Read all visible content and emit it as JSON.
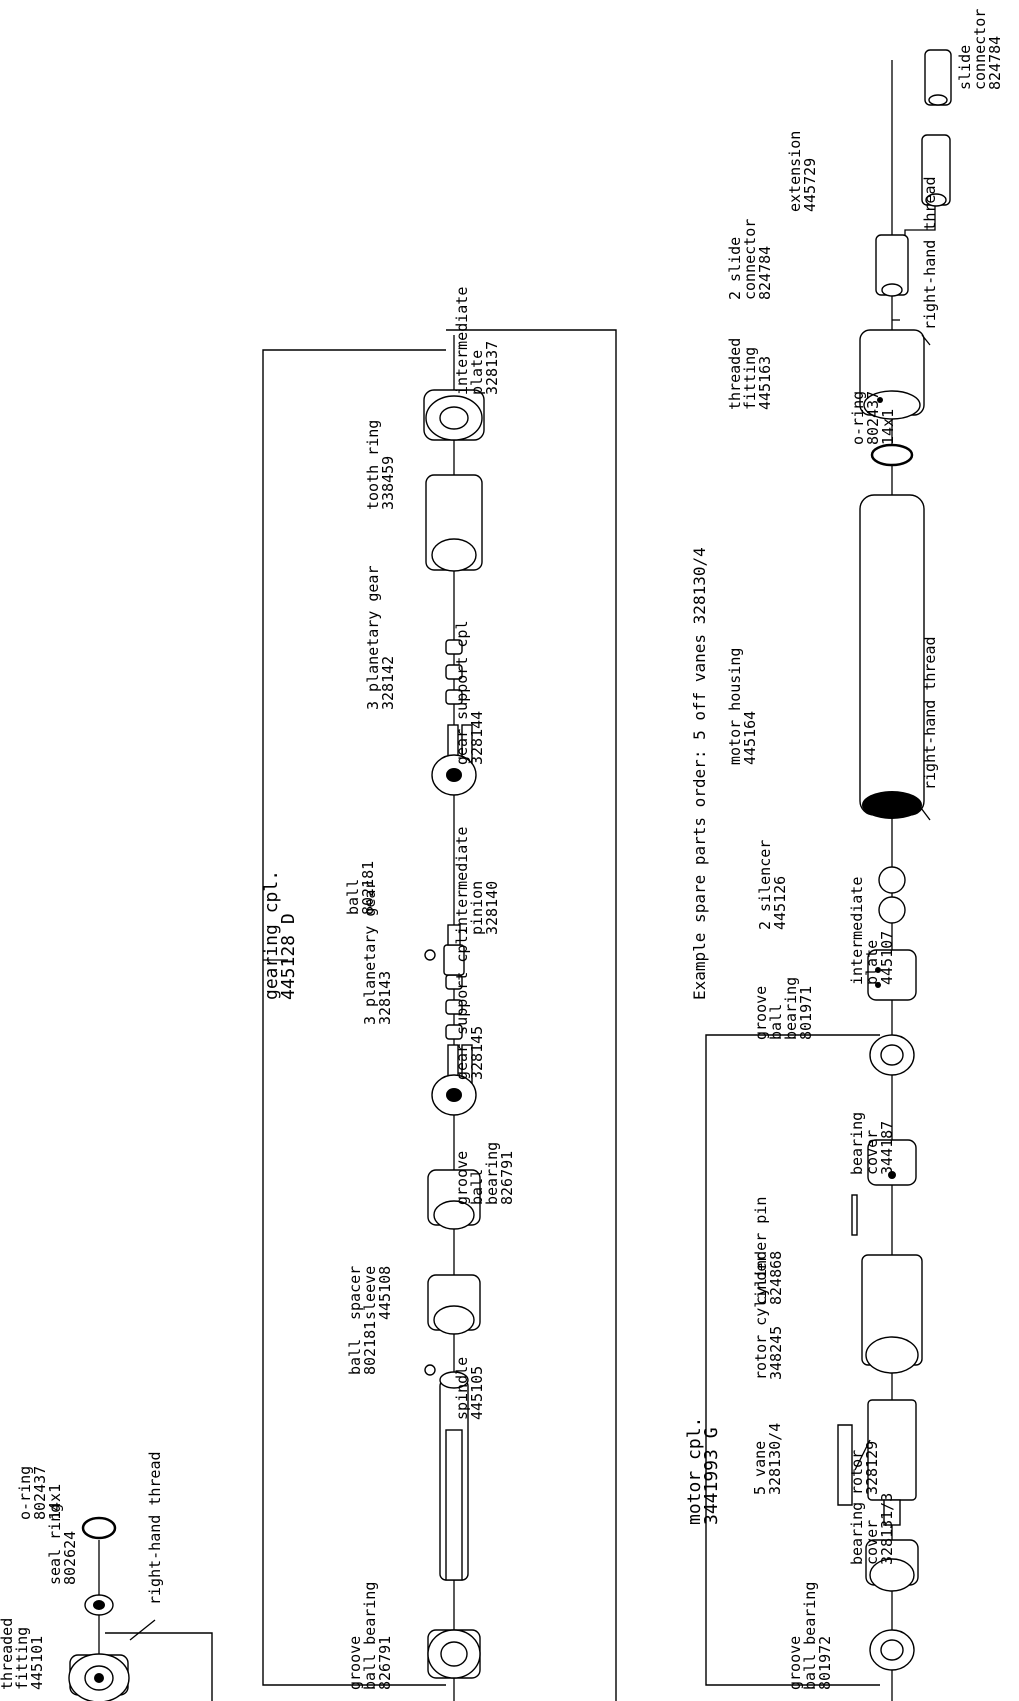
{
  "assemblies": {
    "gearing": {
      "title": "gearing cpl.",
      "number": "445128 D"
    },
    "motor": {
      "title": "motor cpl.",
      "number": "3441993 G"
    }
  },
  "note": "Example spare parts order:  5 off vanes 328130/4",
  "top_parts": [
    {
      "lines": [
        "threaded",
        "fitting",
        "445101"
      ]
    },
    {
      "lines": [
        "seal ring",
        "802624"
      ]
    },
    {
      "lines": [
        "o-ring",
        "802437",
        "14x1"
      ]
    },
    {
      "lines": [
        "right-hand thread"
      ]
    }
  ],
  "gearing_parts": [
    {
      "lines": [
        "groove",
        "ball bearing",
        "826791"
      ]
    },
    {
      "lines": [
        "ball",
        "802181"
      ]
    },
    {
      "lines": [
        "spindle",
        "445105"
      ]
    },
    {
      "lines": [
        "spacer",
        "sleeve",
        "445108"
      ]
    },
    {
      "lines": [
        "groove",
        "ball",
        "bearing",
        "826791"
      ]
    },
    {
      "lines": [
        "gear support cpl.",
        "328145"
      ]
    },
    {
      "lines": [
        "3 planetary gear",
        "328143"
      ]
    },
    {
      "lines": [
        "ball",
        "802181"
      ]
    },
    {
      "lines": [
        "intermediate",
        "pinion",
        "328140"
      ]
    },
    {
      "lines": [
        "gear support cpl",
        "328144"
      ]
    },
    {
      "lines": [
        "3 planetary gear",
        "328142"
      ]
    },
    {
      "lines": [
        "tooth ring",
        "338459"
      ]
    },
    {
      "lines": [
        "intermediate",
        "plate",
        "328137"
      ]
    }
  ],
  "motor_parts": [
    {
      "lines": [
        "groove",
        "ball bearing",
        "801972"
      ]
    },
    {
      "lines": [
        "bearing",
        "cover",
        "328131/3"
      ]
    },
    {
      "lines": [
        "5 vane",
        "328130/4"
      ]
    },
    {
      "lines": [
        "rotor",
        "328129"
      ]
    },
    {
      "lines": [
        "rotor cylinder",
        "348245"
      ]
    },
    {
      "lines": [
        "cylinder pin",
        "824868"
      ]
    },
    {
      "lines": [
        "bearing",
        "cover",
        "344187"
      ]
    },
    {
      "lines": [
        "groove",
        "ball",
        "bearing",
        "801971"
      ]
    },
    {
      "lines": [
        "intermediate",
        "plate",
        "445107"
      ]
    },
    {
      "lines": [
        "2 silencer",
        "445126"
      ]
    },
    {
      "lines": [
        "motor housing",
        "445164"
      ]
    },
    {
      "lines": [
        "right-hand thread"
      ]
    },
    {
      "lines": [
        "o-ring",
        "802437",
        "14x1"
      ]
    },
    {
      "lines": [
        "threaded",
        "fitting",
        "445163"
      ]
    },
    {
      "lines": [
        "2 slide",
        "connector",
        "824784"
      ]
    },
    {
      "lines": [
        "right-hand thread"
      ]
    },
    {
      "lines": [
        "extension",
        "445729"
      ]
    },
    {
      "lines": [
        "slide",
        "connector",
        "824784"
      ]
    }
  ]
}
